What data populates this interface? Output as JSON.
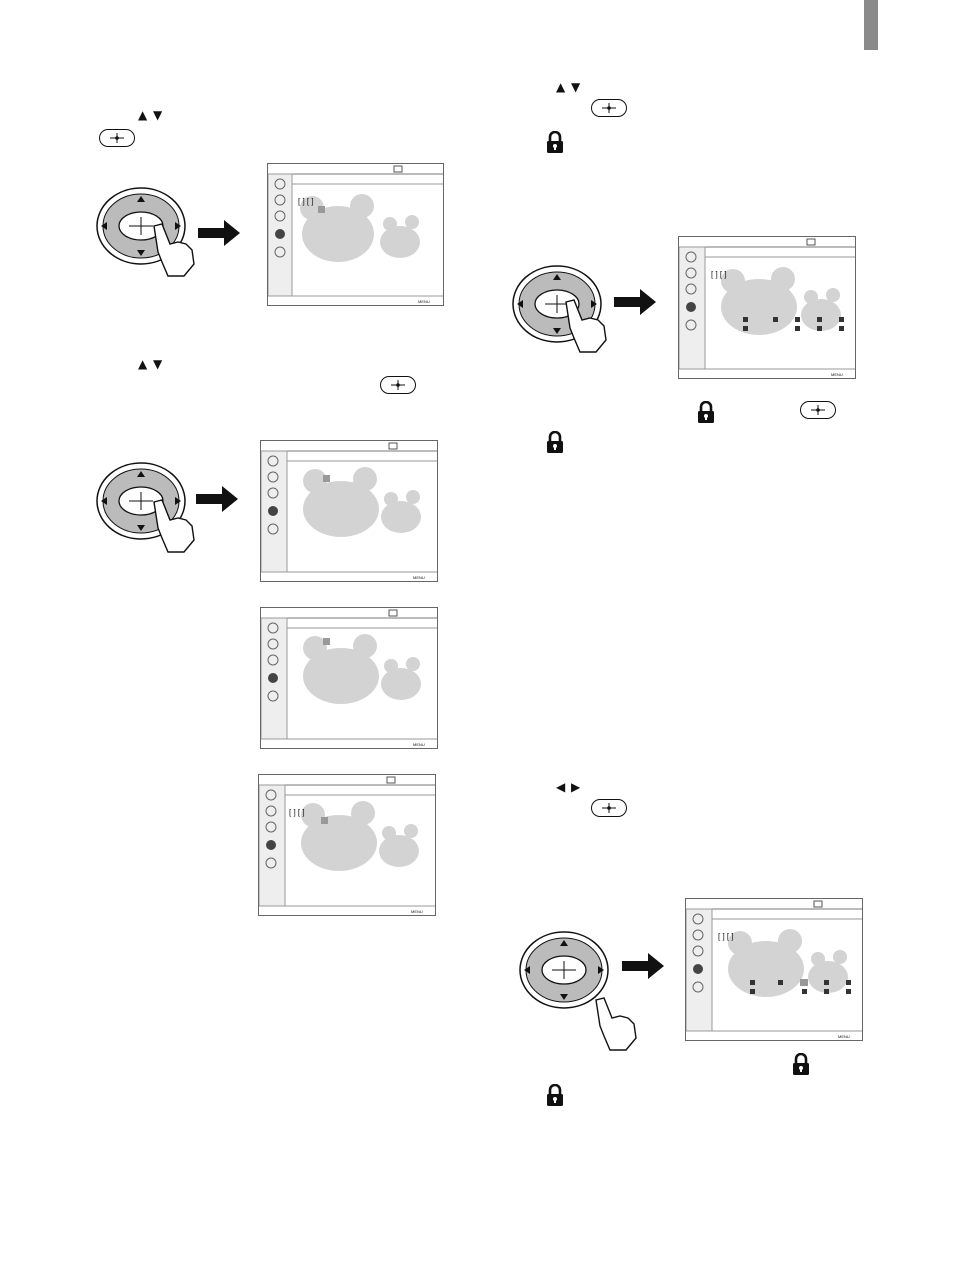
{
  "page": {
    "tab_color": "#8a8a8a"
  },
  "left_column": {
    "step1": {
      "arrow_keys": "▲ ▼"
    },
    "step2": {
      "arrow_keys": "▲ ▼"
    },
    "screens": [
      {
        "id": "screen-a",
        "has_brackets": true
      },
      {
        "id": "screen-b",
        "has_brackets": false
      },
      {
        "id": "screen-c",
        "has_brackets": false
      },
      {
        "id": "screen-d",
        "has_brackets": true
      }
    ]
  },
  "right_column": {
    "step1": {
      "arrow_keys": "▲ ▼"
    },
    "step2": {
      "arrow_keys": "◀ ▶"
    }
  },
  "screen_footer": {
    "menu_label": "MENU"
  },
  "icons": {
    "enter": "enter-button-icon",
    "lock": "lock-icon",
    "arrow": "right-arrow-icon",
    "remote": "remote-control-icon",
    "hand": "pointing-hand-icon",
    "bear": "teddy-bear-icon"
  }
}
